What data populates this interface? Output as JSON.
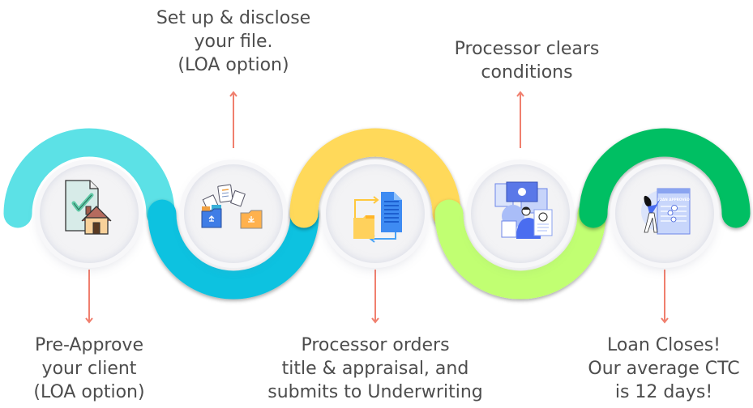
{
  "diagram": {
    "type": "process-timeline",
    "steps": [
      {
        "order": 1,
        "label_position": "below",
        "lines": [
          "Pre-Approve",
          "your client",
          "(LOA option)"
        ],
        "icon": "document-check-house-icon",
        "wave_color": "#5CE1E6"
      },
      {
        "order": 2,
        "label_position": "above",
        "lines": [
          "Set up & disclose",
          "your file.",
          "(LOA option)"
        ],
        "icon": "file-transfer-folders-icon",
        "wave_color": "#0FC2E0"
      },
      {
        "order": 3,
        "label_position": "below",
        "lines": [
          "Processor orders",
          "title & appraisal, and",
          "submits to Underwriting"
        ],
        "icon": "folder-document-exchange-icon",
        "wave_color": "#FFD95A"
      },
      {
        "order": 4,
        "label_position": "above",
        "lines": [
          "Processor clears",
          "conditions"
        ],
        "icon": "support-agent-screen-icon",
        "wave_color": "#C1FF72"
      },
      {
        "order": 5,
        "label_position": "below",
        "lines": [
          "Loan Closes!",
          "Our average CTC",
          "is 12 days!"
        ],
        "icon": "loan-approved-person-icon",
        "wave_color": "#00BF63",
        "icon_text": "LOAN APPROVED"
      }
    ],
    "arrow_color": "#F07F6E",
    "text_color": "#4D4D4D"
  }
}
